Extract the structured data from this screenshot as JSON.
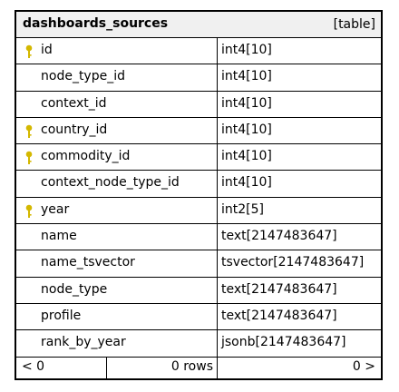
{
  "table": {
    "name": "dashboards_sources",
    "kind_label": "[table]",
    "key_color": "#d4b800",
    "columns": [
      {
        "name": "id",
        "type": "int4[10]",
        "key": true
      },
      {
        "name": "node_type_id",
        "type": "int4[10]",
        "key": false
      },
      {
        "name": "context_id",
        "type": "int4[10]",
        "key": false
      },
      {
        "name": "country_id",
        "type": "int4[10]",
        "key": true
      },
      {
        "name": "commodity_id",
        "type": "int4[10]",
        "key": true
      },
      {
        "name": "context_node_type_id",
        "type": "int4[10]",
        "key": false
      },
      {
        "name": "year",
        "type": "int2[5]",
        "key": true
      },
      {
        "name": "name",
        "type": "text[2147483647]",
        "key": false
      },
      {
        "name": "name_tsvector",
        "type": "tsvector[2147483647]",
        "key": false
      },
      {
        "name": "node_type",
        "type": "text[2147483647]",
        "key": false
      },
      {
        "name": "profile",
        "type": "text[2147483647]",
        "key": false
      },
      {
        "name": "rank_by_year",
        "type": "jsonb[2147483647]",
        "key": false
      }
    ]
  },
  "footer": {
    "prev_label": "< 0",
    "rows_label": "0 rows",
    "next_label": "0 >"
  }
}
